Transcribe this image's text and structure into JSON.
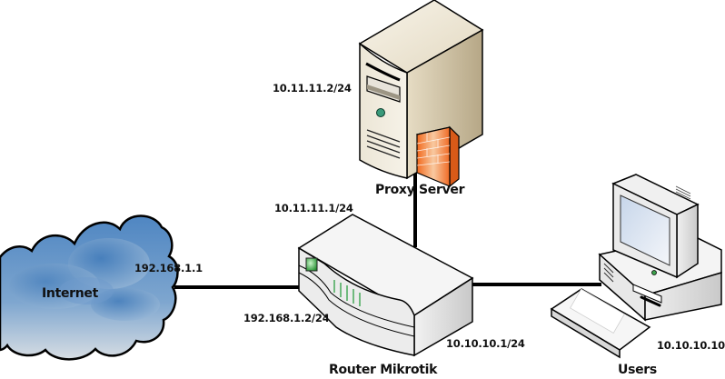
{
  "diagram": {
    "nodes": {
      "internet": {
        "label": "Internet",
        "ip": "192.168.1.1"
      },
      "proxy": {
        "label": "Proxy Server",
        "ip": "10.11.11.2/24"
      },
      "router": {
        "label": "Router Mikrotik",
        "ip_wan": "192.168.1.2/24",
        "ip_proxy_side": "10.11.11.1/24",
        "ip_lan": "10.10.10.1/24"
      },
      "users": {
        "label": "Users",
        "ip": "10.10.10.10"
      }
    },
    "links": [
      {
        "from": "internet",
        "to": "router"
      },
      {
        "from": "router",
        "to": "proxy"
      },
      {
        "from": "router",
        "to": "users"
      }
    ],
    "colors": {
      "cloud": "#5b8fc8",
      "server": "#e8e0cc",
      "firewall": "#f07a35",
      "router_led": "#2ea043",
      "link": "#000000"
    }
  }
}
